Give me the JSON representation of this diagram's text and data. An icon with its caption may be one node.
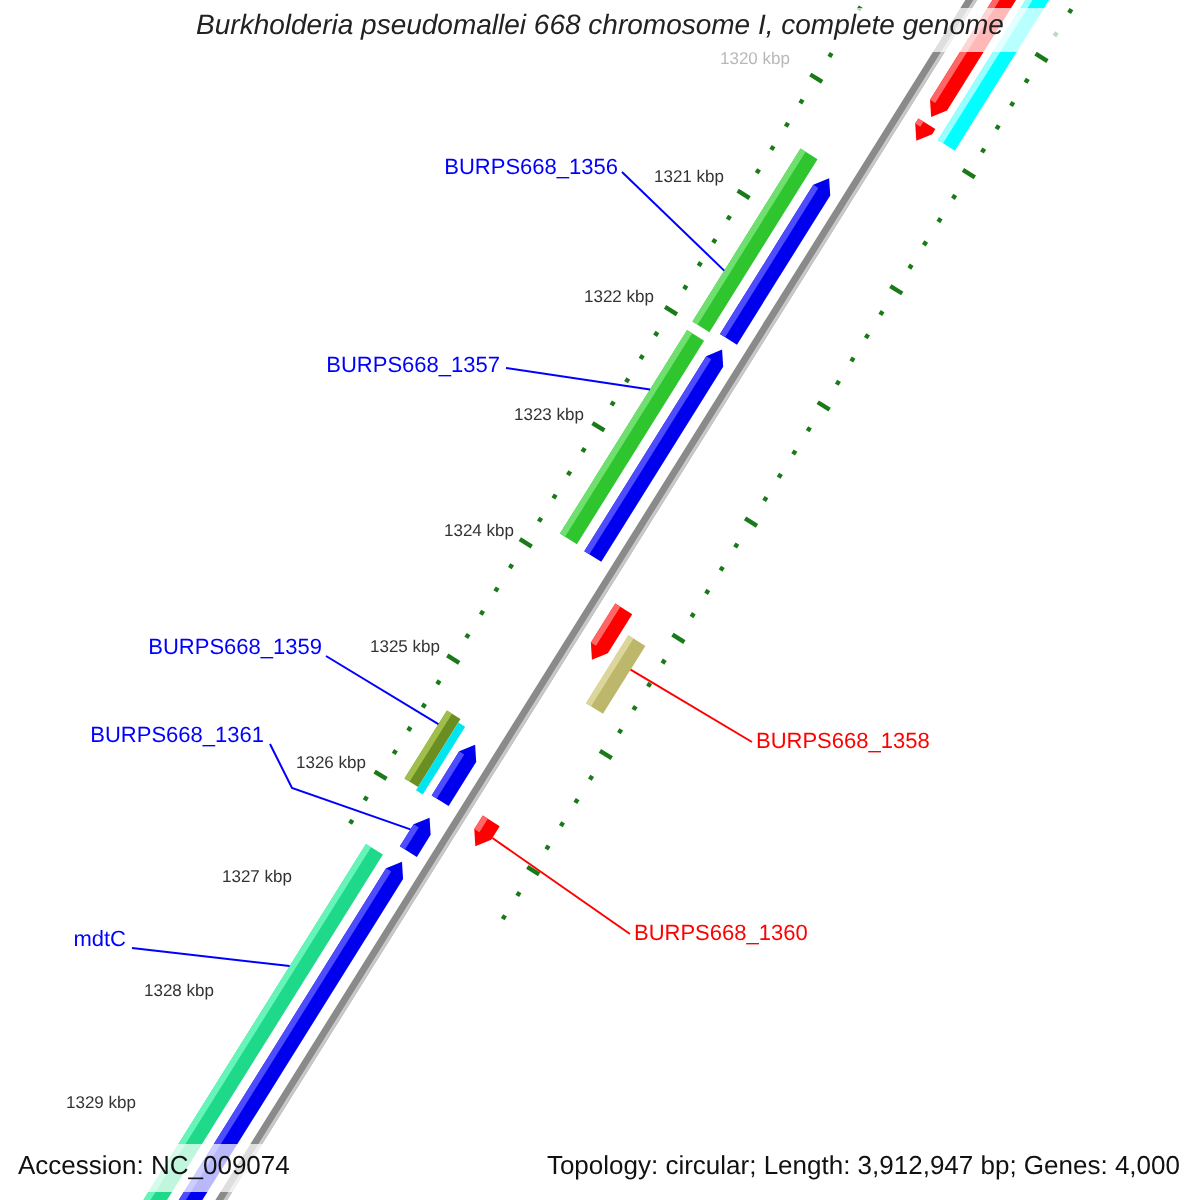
{
  "diagram": {
    "title": "Burkholderia pseudomallei 668 chromosome I, complete genome",
    "nodes": [
      {
        "text": [
          "BURPS668_1356"
        ]
      },
      {
        "text": [],
        "shape": "bar"
      },
      {
        "text": [
          "BURPS668_1357"
        ]
      },
      {
        "text": [],
        "shape": "bar"
      },
      {
        "text": [
          "BURPS668_1359"
        ]
      },
      {
        "text": [],
        "shape": "bar"
      },
      {
        "text": [
          "BURPS668_1361"
        ]
      },
      {
        "text": [],
        "shape": "arrow"
      },
      {
        "text": [
          "mdtC"
        ]
      },
      {
        "text": [],
        "shape": "bar"
      },
      {
        "text": [
          "BURPS668_1358"
        ]
      },
      {
        "text": [],
        "shape": "bar"
      },
      {
        "text": [
          "BURPS668_1360"
        ]
      },
      {
        "text": [],
        "shape": "arrow"
      }
    ],
    "edges": [
      {
        "from": 0,
        "to": 1,
        "arrow": "none"
      },
      {
        "from": 2,
        "to": 3,
        "arrow": "none"
      },
      {
        "from": 4,
        "to": 5,
        "arrow": "none"
      },
      {
        "from": 6,
        "to": 7,
        "arrow": "none"
      },
      {
        "from": 8,
        "to": 9,
        "arrow": "none"
      },
      {
        "from": 10,
        "to": 11,
        "arrow": "none",
        "color": "#ff0000"
      },
      {
        "from": 12,
        "to": 13,
        "arrow": "none",
        "color": "#ff0000"
      }
    ],
    "labels": [
      "1320 kbp",
      "1321 kbp",
      "1322 kbp",
      "1323 kbp",
      "1324 kbp",
      "1325 kbp",
      "1326 kbp",
      "1327 kbp",
      "1328 kbp",
      "1329 kbp",
      "Accession: NC_009074",
      "Topology: circular; Length: 3,912,947 bp; Genes: 4,000"
    ]
  }
}
